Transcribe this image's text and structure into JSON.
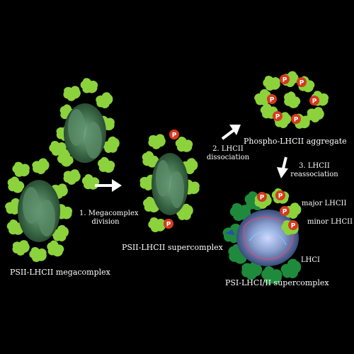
{
  "labels": {
    "megacomplex": "PSII-LHCII megacomplex",
    "supercomplex": "PSII-LHCII supercomplex",
    "aggregate": "Phospho-LHCII aggregate",
    "psi_supercomplex": "PSI-LHCI/II supercomplex",
    "step1_line1": "1. Megacomplex",
    "step1_line2": "division",
    "step2_line1": "2. LHCII",
    "step2_line2": "dissociation",
    "step3_line1": "3. LHCII",
    "step3_line2": "reassociation",
    "major_lhcii": "major LHCII",
    "minor_lhcii": "minor LHCII",
    "lhci": "LHCI",
    "phospho_mark": "P"
  },
  "colors": {
    "background": "#000000",
    "lhcii_green": "#8cd23c",
    "lhci_green": "#1f8a3c",
    "core_green": "#3e6e4a",
    "phospho_red": "#d43a1e",
    "text": "#ffffff"
  }
}
